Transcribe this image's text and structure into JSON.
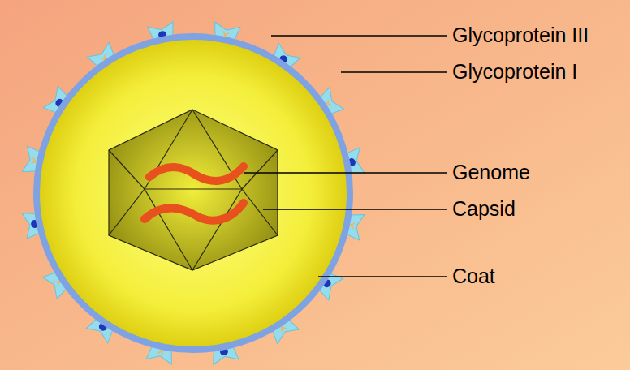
{
  "diagram": {
    "labels": [
      "Glycoprotein III",
      "Glycoprotein I",
      "Genome",
      "Capsid",
      "Coat"
    ]
  }
}
